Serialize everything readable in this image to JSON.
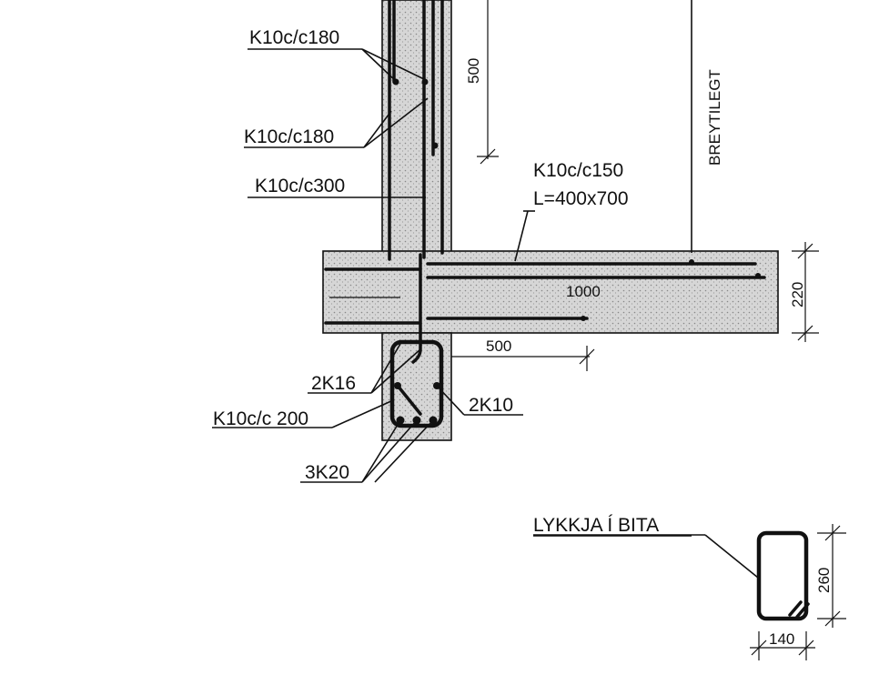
{
  "labels": {
    "wall_outer_bar": "K10c/c180",
    "wall_inner_bar": "K10c/c180",
    "wall_mid_bar": "K10c/c300",
    "slab_bar_spec": "K10c/c150",
    "slab_bar_length": "L=400x700",
    "expansion_material": "BREYTILEGT",
    "beam_top_bars": "2K16",
    "beam_stirrups": "K10c/c 200",
    "beam_side_bars": "2K10",
    "beam_bottom_bars": "3K20",
    "stirrup_title": "LYKKJA Í BITA"
  },
  "dimensions": {
    "wall_bar_length": "500",
    "slab_bar_length": "1000",
    "slab_thickness": "220",
    "beam_bar_length": "500",
    "stirrup_height": "260",
    "stirrup_width": "140"
  },
  "colors": {
    "ink": "#111111",
    "concrete": "#d6d6d6"
  }
}
